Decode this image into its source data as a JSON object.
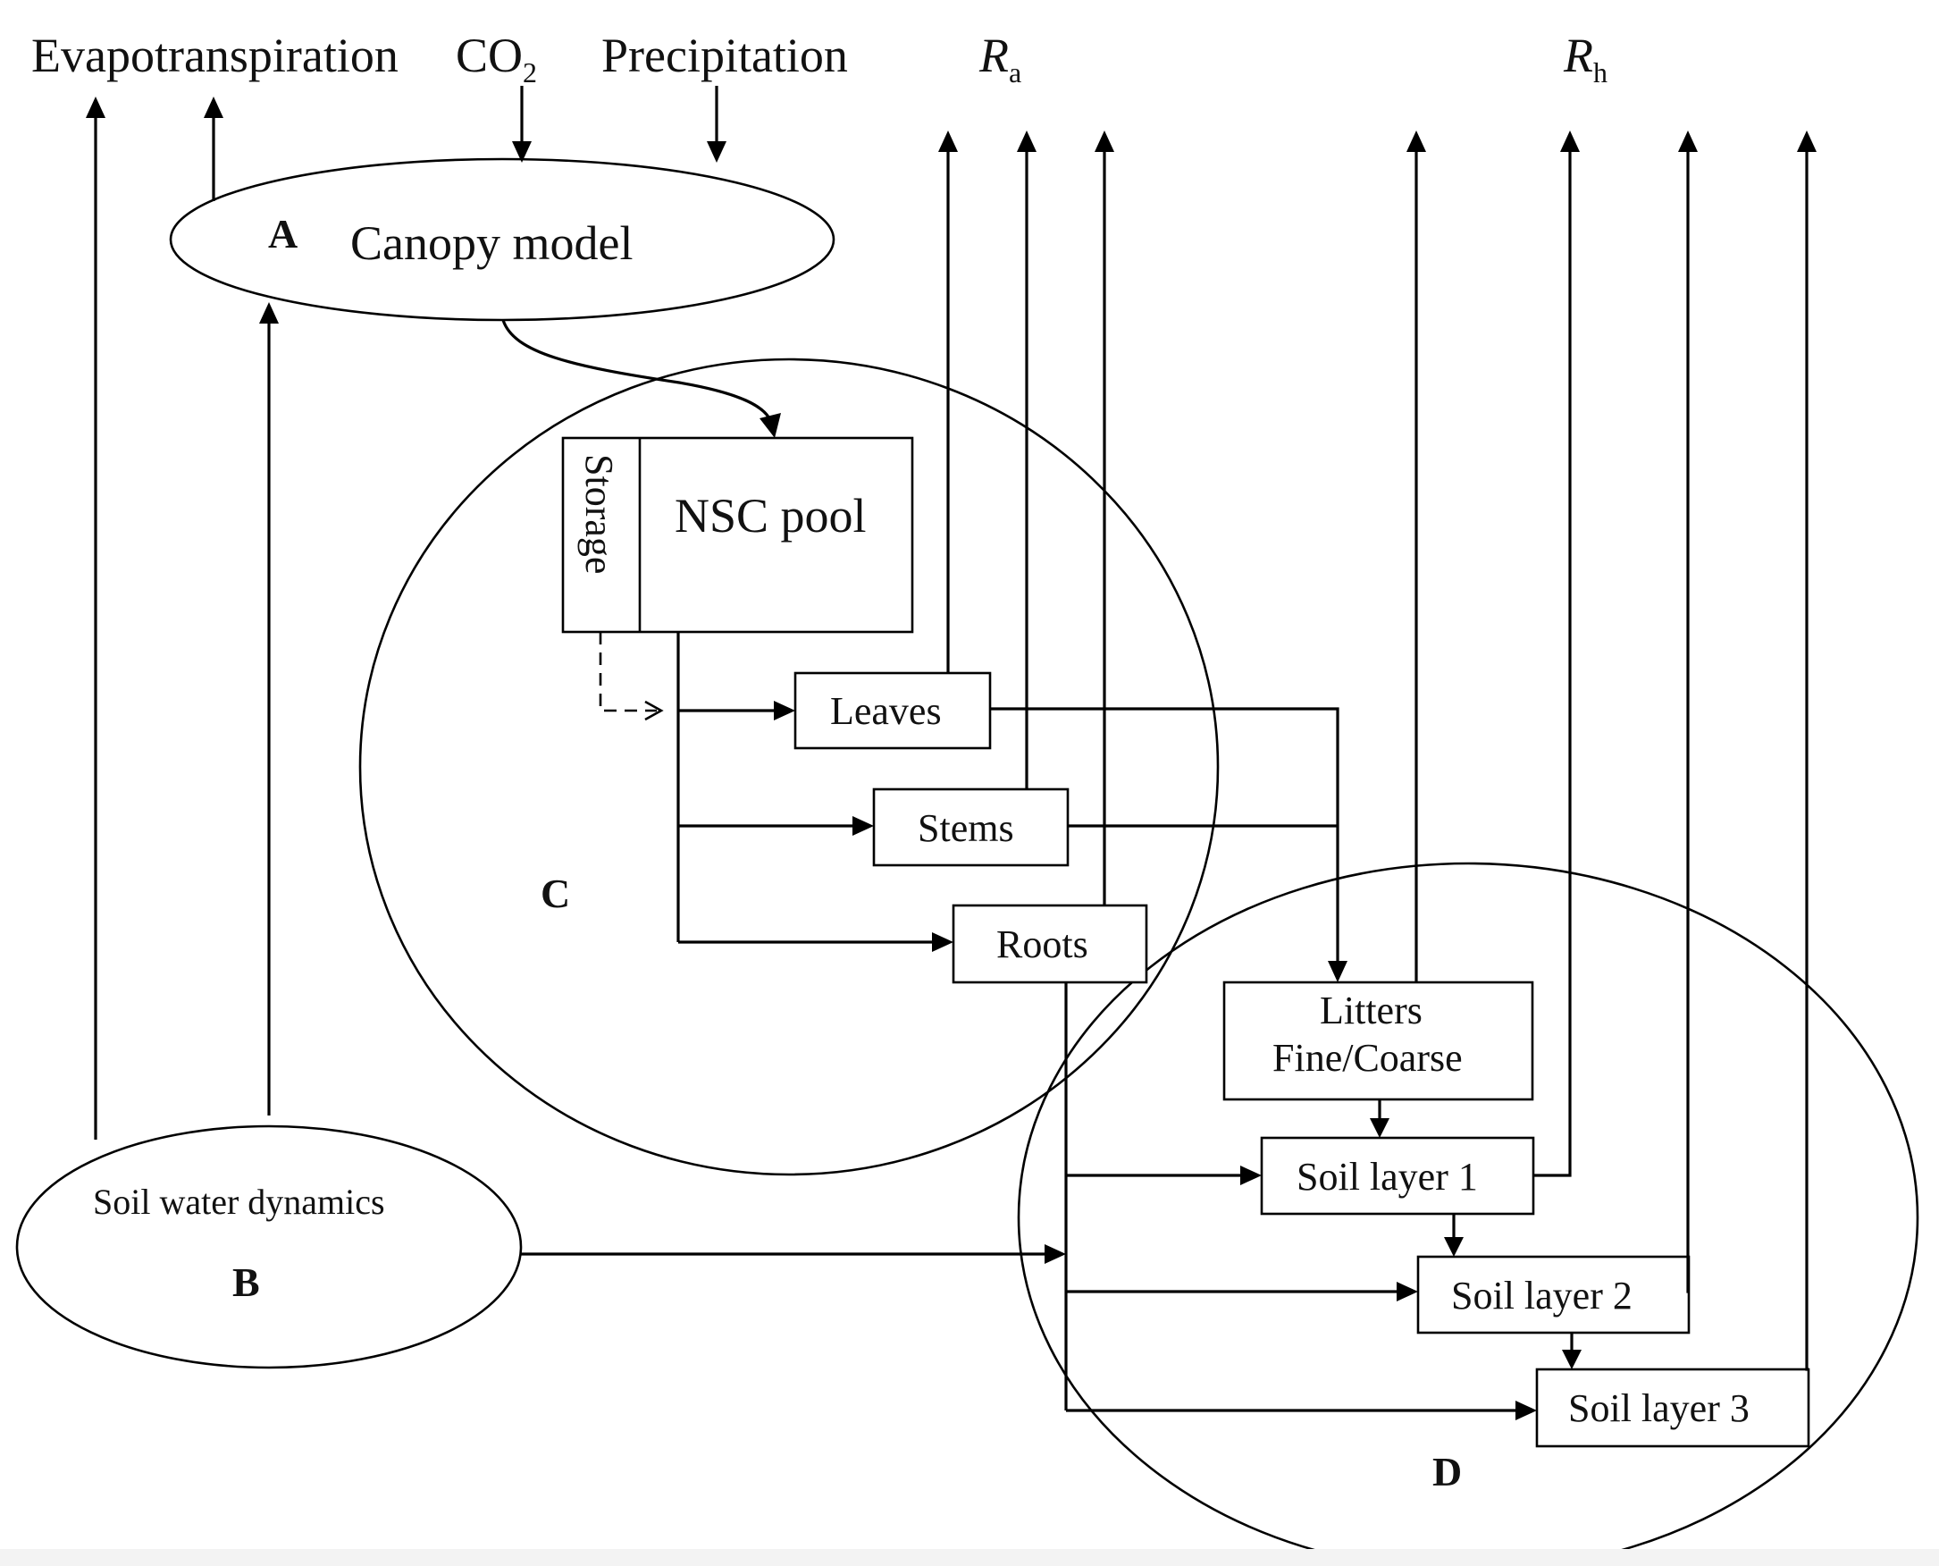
{
  "top_labels": {
    "evapotranspiration": "Evapotranspiration",
    "co2_main": "CO",
    "co2_sub": "2",
    "precipitation": "Precipitation",
    "ra_main": "R",
    "ra_sub": "a",
    "rh_main": "R",
    "rh_sub": "h"
  },
  "module_letters": {
    "a": "A",
    "b": "B",
    "c": "C",
    "d": "D"
  },
  "nodes": {
    "canopy_model": "Canopy model",
    "soil_water_dynamics": "Soil water dynamics",
    "storage": "Storage",
    "nsc_pool": "NSC pool",
    "leaves": "Leaves",
    "stems": "Stems",
    "roots": "Roots",
    "litters_line1": "Litters",
    "litters_line2": "Fine/Coarse",
    "soil_layer_1": "Soil layer 1",
    "soil_layer_2": "Soil layer 2",
    "soil_layer_3": "Soil layer 3"
  }
}
